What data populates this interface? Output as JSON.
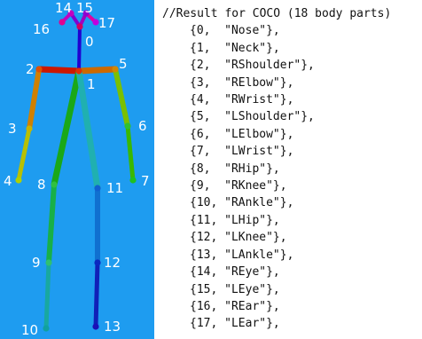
{
  "skeleton": {
    "background_color": "#1e9cf0",
    "keypoints": [
      {
        "label": "0",
        "color": "#d10060"
      },
      {
        "label": "1",
        "color": "#e03000"
      },
      {
        "label": "2",
        "color": "#e05000"
      },
      {
        "label": "3",
        "color": "#c8b400"
      },
      {
        "label": "4",
        "color": "#b0d000"
      },
      {
        "label": "5",
        "color": "#d08800"
      },
      {
        "label": "6",
        "color": "#30c030"
      },
      {
        "label": "7",
        "color": "#20c020"
      },
      {
        "label": "8",
        "color": "#30c040"
      },
      {
        "label": "9",
        "color": "#30c070"
      },
      {
        "label": "10",
        "color": "#10a0a0"
      },
      {
        "label": "11",
        "color": "#1060d0"
      },
      {
        "label": "12",
        "color": "#0a28c0"
      },
      {
        "label": "13",
        "color": "#1a10b8"
      },
      {
        "label": "14",
        "color": "#c000c0"
      },
      {
        "label": "15",
        "color": "#9000d0"
      },
      {
        "label": "16",
        "color": "#e00090"
      },
      {
        "label": "17",
        "color": "#c000e0"
      }
    ]
  },
  "code": {
    "header": "//Result for COCO (18 body parts)",
    "lines": [
      "{0,  \"Nose\"},",
      "{1,  \"Neck\"},",
      "{2,  \"RShoulder\"},",
      "{3,  \"RElbow\"},",
      "{4,  \"RWrist\"},",
      "{5,  \"LShoulder\"},",
      "{6,  \"LElbow\"},",
      "{7,  \"LWrist\"},",
      "{8,  \"RHip\"},",
      "{9,  \"RKnee\"},",
      "{10, \"RAnkle\"},",
      "{11, \"LHip\"},",
      "{12, \"LKnee\"},",
      "{13, \"LAnkle\"},",
      "{14, \"REye\"},",
      "{15, \"LEye\"},",
      "{16, \"REar\"},",
      "{17, \"LEar\"},"
    ]
  }
}
